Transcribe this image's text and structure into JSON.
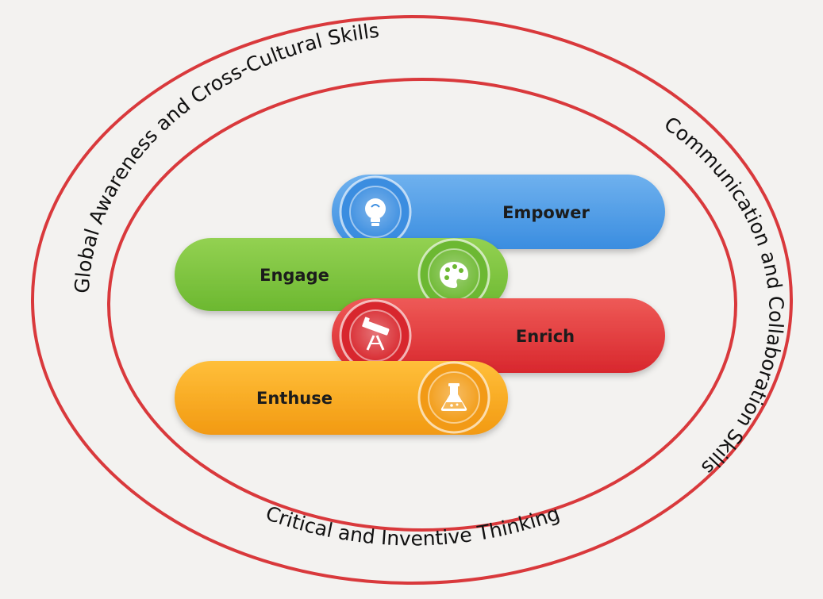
{
  "rings": {
    "outer_color": "#d9393c",
    "inner_color": "#d9393c",
    "labels": {
      "top": "Global Awareness and Cross-Cultural Skills",
      "right": "Communication and Collaboration Skills",
      "bottom": "Critical and Inventive Thinking"
    }
  },
  "pills": [
    {
      "key": "empower",
      "label": "Empower",
      "color": "#3a8de0",
      "color_light": "#6fb1ee",
      "icon": "lightbulb-icon"
    },
    {
      "key": "engage",
      "label": "Engage",
      "color": "#6cb830",
      "color_light": "#93d152",
      "icon": "palette-icon"
    },
    {
      "key": "enrich",
      "label": "Enrich",
      "color": "#d8272d",
      "color_light": "#ee5a57",
      "icon": "telescope-icon"
    },
    {
      "key": "enthuse",
      "label": "Enthuse",
      "color": "#f29a12",
      "color_light": "#ffbf3a",
      "icon": "flask-icon"
    }
  ]
}
